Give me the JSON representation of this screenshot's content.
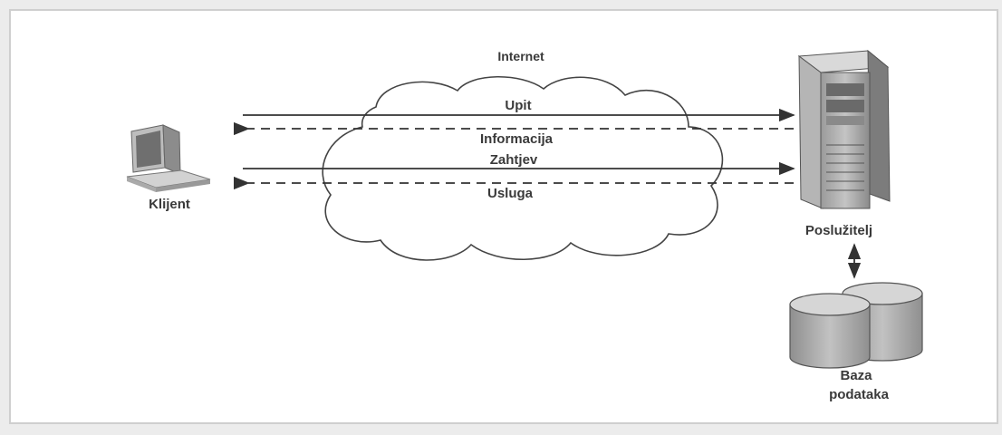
{
  "cloud_label": "Internet",
  "client_label": "Klijent",
  "server_label": "Poslužitelj",
  "database_label": [
    "Baza",
    "podataka"
  ],
  "arrows": {
    "upit": "Upit",
    "informacija": "Informacija",
    "zahtjev": "Zahtjev",
    "usluga": "Usluga"
  }
}
